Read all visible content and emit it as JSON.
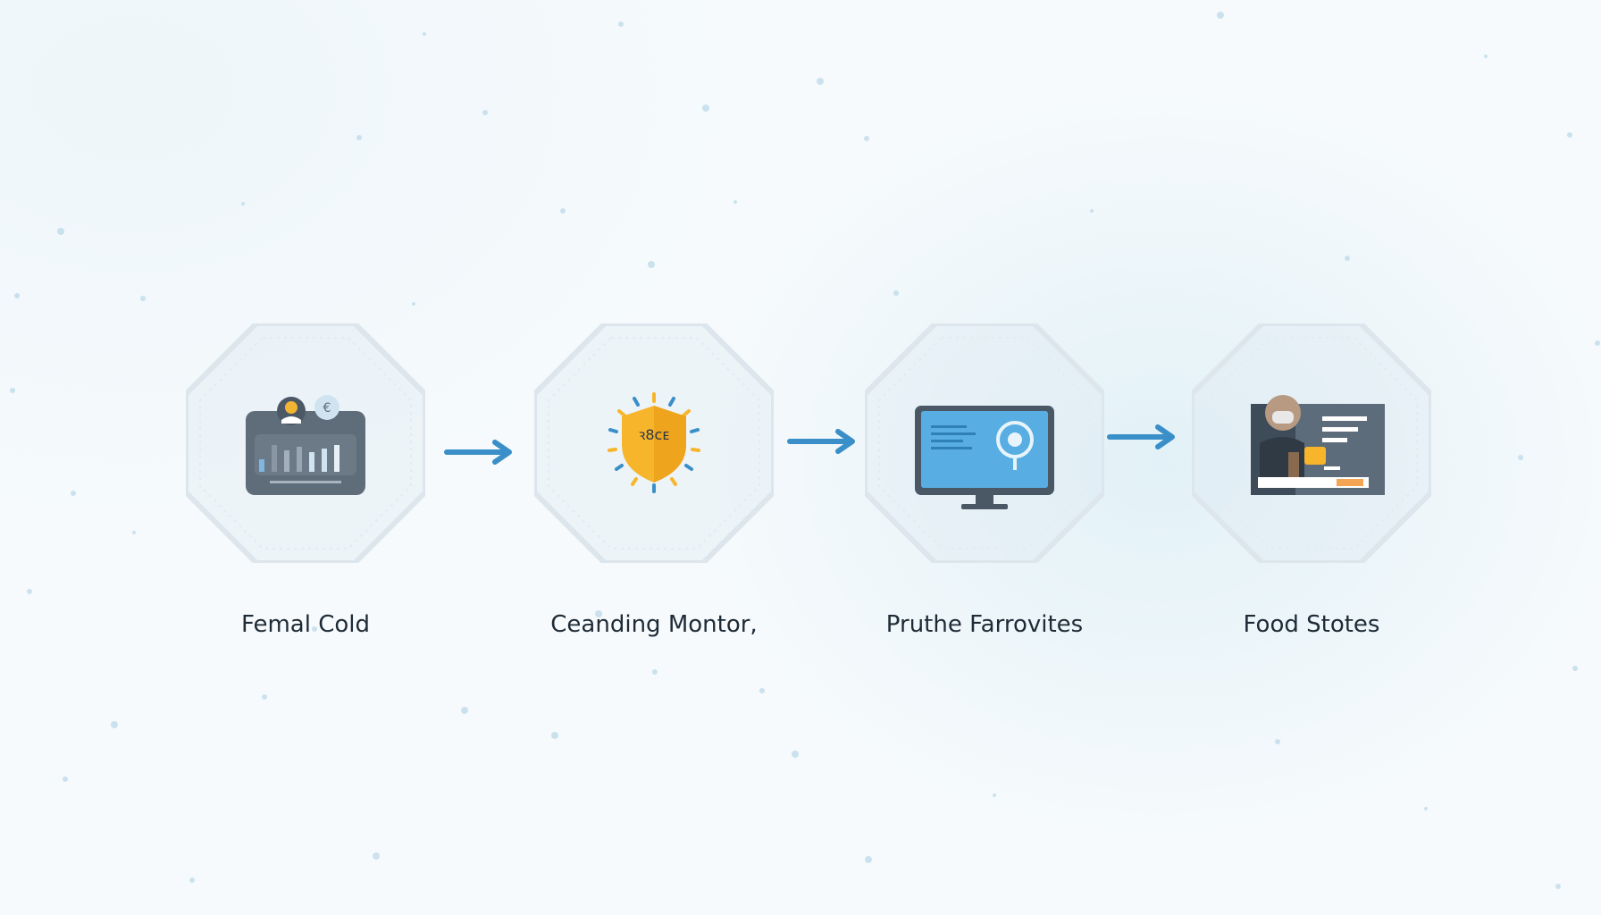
{
  "colors": {
    "background": "#f6fafc",
    "arrow": "#3a8fc8",
    "badge_grid": "#dde6ec",
    "label_text": "#1e2b36",
    "shield": "#f7b52c",
    "monitor_screen": "#4aa3dd",
    "card": "#5d6c7a"
  },
  "steps": [
    {
      "label": "Femal Cold",
      "icon": "badge-card-bar-chart-icon"
    },
    {
      "label": "Ceanding Montor,",
      "icon": "shield-badge-icon",
      "icon_text": "ꝛ8ᴄᴇ"
    },
    {
      "label": "Pruthe Farrovites",
      "icon": "computer-monitor-icon"
    },
    {
      "label": "Food Stotes",
      "icon": "worker-profile-panel-icon"
    }
  ],
  "connectors": [
    {
      "from": 0,
      "to": 1,
      "icon": "right-arrow-icon"
    },
    {
      "from": 1,
      "to": 2,
      "icon": "right-arrow-icon"
    },
    {
      "from": 2,
      "to": 3,
      "icon": "right-arrow-icon"
    }
  ]
}
